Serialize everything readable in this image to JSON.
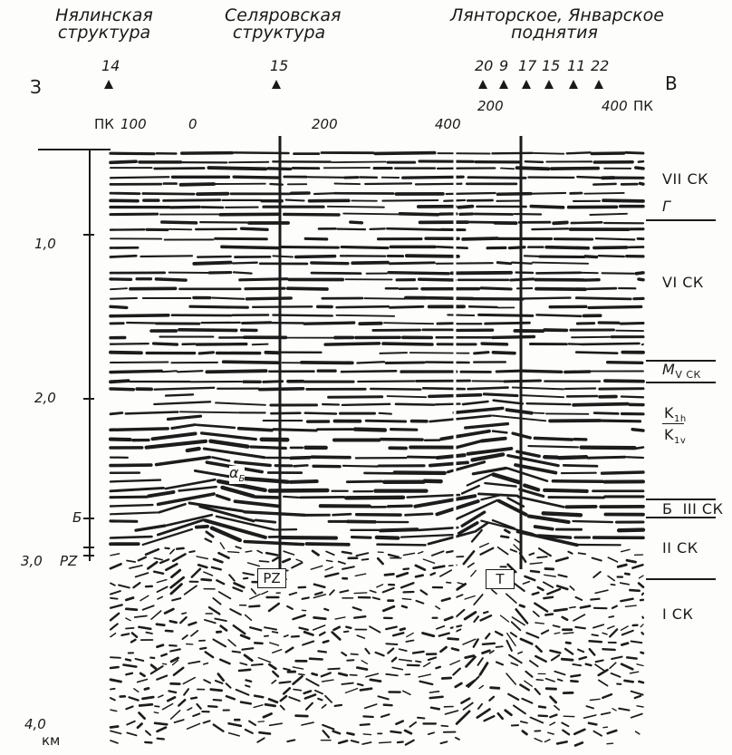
{
  "structures": {
    "nyalinskaya": "Нялинская\nструктура",
    "selyarovskaya": "Селяровская\nструктура",
    "lyantorskoe": "Лянторское, Январское\nподнятия"
  },
  "wells": [
    "14",
    "15",
    "20",
    "9",
    "17",
    "15",
    "11",
    "22"
  ],
  "directions": {
    "west": "З",
    "east": "В"
  },
  "pk_scale_left": {
    "pk_label": "ПК",
    "ticks": [
      "100",
      "0",
      "200",
      "400"
    ]
  },
  "pk_scale_right": {
    "ticks": [
      "200",
      "400"
    ],
    "pk_label": "ПК"
  },
  "time_axis": {
    "ticks": [
      "1,0",
      "2,0",
      "Б",
      "3,0",
      "PZ",
      "4,0"
    ],
    "unit": "км"
  },
  "boxes": {
    "pz": "PZ",
    "t": "T"
  },
  "annotations": {
    "alpha_b": "α",
    "alpha_b_sub": "Б"
  },
  "right_labels": {
    "vii_sk": "VII СК",
    "g": "Г",
    "vi_sk": "VI СК",
    "m_v_sk_m": "M",
    "m_v_sk_sub": "V СК",
    "k1h": "K",
    "k1h_sub": "1h",
    "k1v": "K",
    "k1v_sub": "1v",
    "b_iii_sk": "Б  III СК",
    "ii_sk": "II СК",
    "i_sk": "I СК"
  }
}
